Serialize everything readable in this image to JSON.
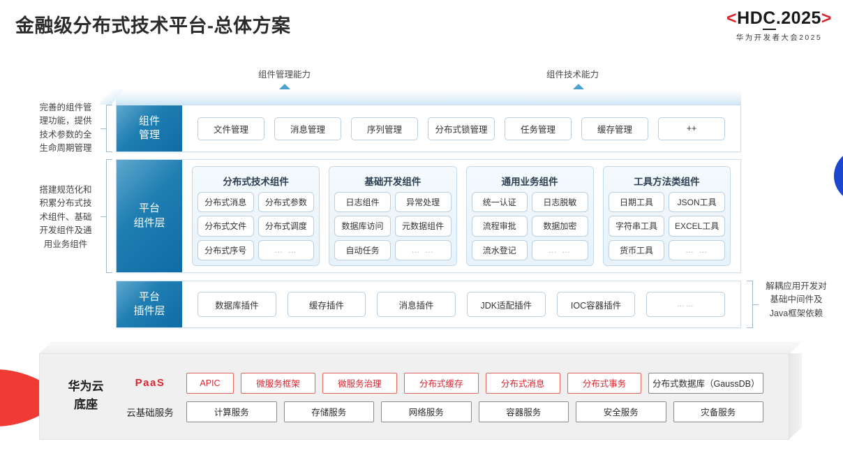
{
  "header": {
    "title": "金融级分布式技术平台-总体方案",
    "logo": {
      "left_bracket": "<",
      "text_before": "HD",
      "text_underlined": "C",
      "text_after": ".2025",
      "right_bracket": ">",
      "subtitle": "华为开发者大会2025"
    }
  },
  "arrows": [
    {
      "label": "组件管理能力"
    },
    {
      "label": "组件技术能力"
    }
  ],
  "annotations": {
    "left": [
      "完善的组件管\n理功能，提供\n技术参数的全\n生命周期管理",
      "搭建规范化和\n积累分布式技\n术组件、基础\n开发组件及通\n用业务组件"
    ],
    "right": "解耦应用开发对\n基础中间件及\nJava框架依赖"
  },
  "layers": {
    "manage": {
      "tab": "组件\n管理",
      "items": [
        "文件管理",
        "消息管理",
        "序列管理",
        "分布式锁管理",
        "任务管理",
        "缓存管理",
        "++"
      ]
    },
    "component": {
      "tab": "平台\n组件层",
      "groups": [
        {
          "title": "分布式技术组件",
          "items": [
            "分布式消息",
            "分布式参数",
            "分布式文件",
            "分布式调度",
            "分布式序号",
            "… …"
          ]
        },
        {
          "title": "基础开发组件",
          "items": [
            "日志组件",
            "异常处理",
            "数据库访问",
            "元数据组件",
            "自动任务",
            "… …"
          ]
        },
        {
          "title": "通用业务组件",
          "items": [
            "统一认证",
            "日志脱敏",
            "流程审批",
            "数据加密",
            "流水登记",
            "… …"
          ]
        },
        {
          "title": "工具方法类组件",
          "items": [
            "日期工具",
            "JSON工具",
            "字符串工具",
            "EXCEL工具",
            "货币工具",
            "… …"
          ]
        }
      ]
    },
    "plugin": {
      "tab": "平台\n插件层",
      "items": [
        "数据库插件",
        "缓存插件",
        "消息插件",
        "JDK适配插件",
        "IOC容器插件",
        "……"
      ]
    }
  },
  "base": {
    "label": "华为云\n底座",
    "rows": [
      {
        "tag": "PaaS",
        "tag_style": "red",
        "items": [
          {
            "text": "APIC",
            "style": "red",
            "width": "apic"
          },
          {
            "text": "微服务框架",
            "style": "red"
          },
          {
            "text": "微服务治理",
            "style": "red"
          },
          {
            "text": "分布式缓存",
            "style": "red"
          },
          {
            "text": "分布式消息",
            "style": "red"
          },
          {
            "text": "分布式事务",
            "style": "red"
          },
          {
            "text": "分布式数据库（GaussDB）",
            "style": "gray",
            "width": "gauss"
          }
        ]
      },
      {
        "tag": "云基础服务",
        "tag_style": "plain",
        "items": [
          {
            "text": "计算服务",
            "style": "gray"
          },
          {
            "text": "存储服务",
            "style": "gray"
          },
          {
            "text": "网络服务",
            "style": "gray"
          },
          {
            "text": "容器服务",
            "style": "gray"
          },
          {
            "text": "安全服务",
            "style": "gray"
          },
          {
            "text": "灾备服务",
            "style": "gray"
          }
        ]
      }
    ]
  },
  "colors": {
    "brand_red": "#d7262f",
    "layer_blue": "#1f7eb2",
    "accent_blue": "#1b46cf",
    "arrow_blue": "#1f7eb2"
  }
}
